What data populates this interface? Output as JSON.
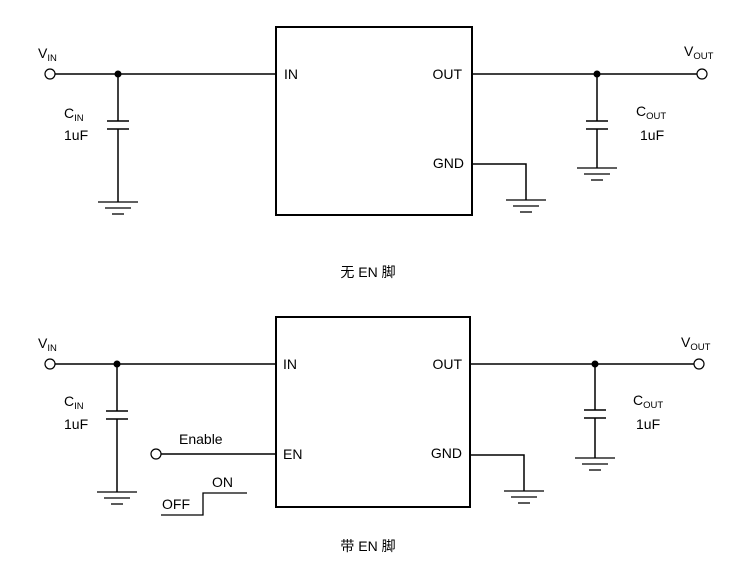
{
  "diagrams": [
    {
      "caption": "无 EN 脚",
      "vin": {
        "main": "V",
        "sub": "IN"
      },
      "vout": {
        "main": "V",
        "sub": "OUT"
      },
      "cin": {
        "main": "C",
        "sub": "IN",
        "value": "1uF"
      },
      "cout": {
        "main": "C",
        "sub": "OUT",
        "value": "1uF"
      },
      "pins": {
        "in": "IN",
        "out": "OUT",
        "gnd": "GND"
      }
    },
    {
      "caption": "带 EN 脚",
      "vin": {
        "main": "V",
        "sub": "IN"
      },
      "vout": {
        "main": "V",
        "sub": "OUT"
      },
      "cin": {
        "main": "C",
        "sub": "IN",
        "value": "1uF"
      },
      "cout": {
        "main": "C",
        "sub": "OUT",
        "value": "1uF"
      },
      "pins": {
        "in": "IN",
        "out": "OUT",
        "gnd": "GND",
        "en": "EN"
      },
      "enable": {
        "label": "Enable",
        "off": "OFF",
        "on": "ON"
      }
    }
  ]
}
